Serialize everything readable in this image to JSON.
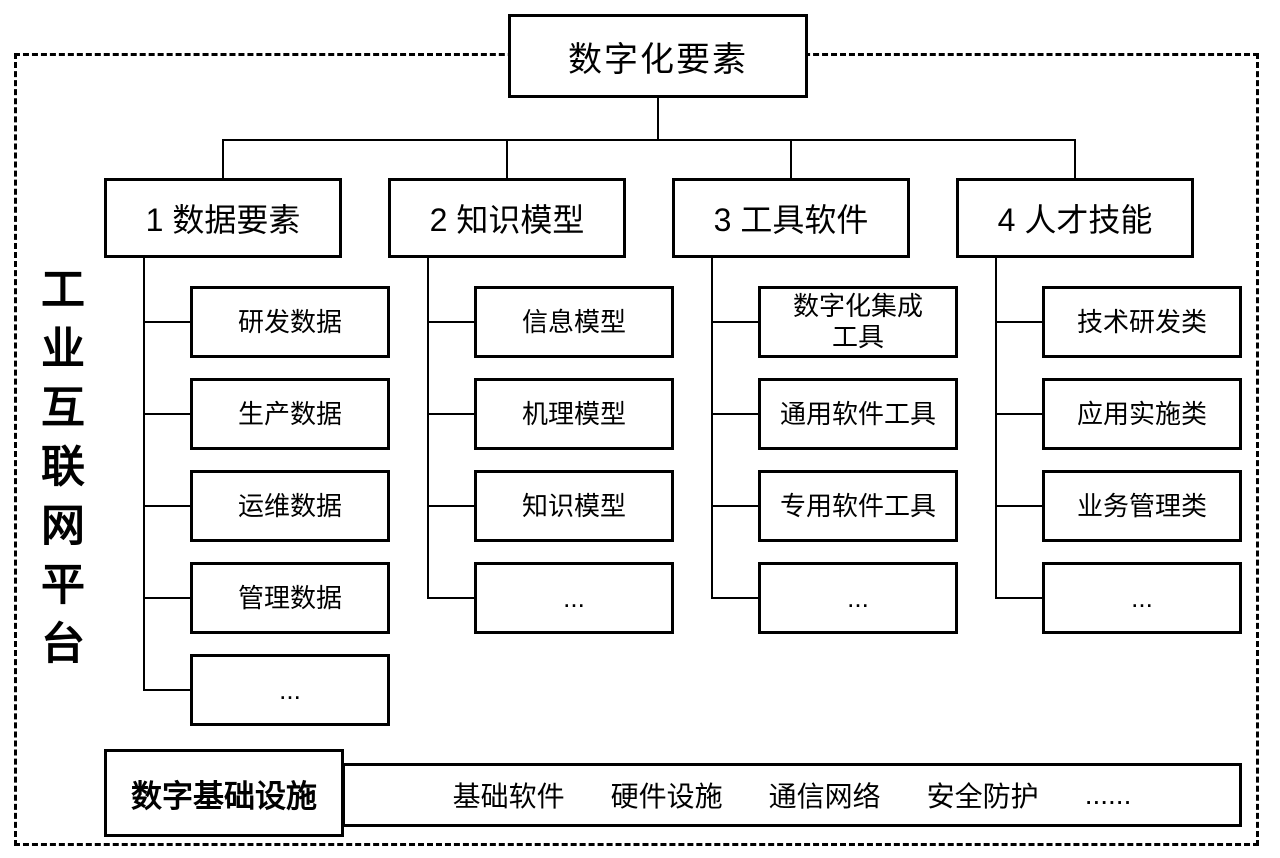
{
  "root": {
    "title": "数字化要素"
  },
  "platform_label": "工业互联网平台",
  "columns": [
    {
      "title": "1 数据要素",
      "children": [
        "研发数据",
        "生产数据",
        "运维数据",
        "管理数据",
        "..."
      ]
    },
    {
      "title": "2 知识模型",
      "children": [
        "信息模型",
        "机理模型",
        "知识模型",
        "..."
      ]
    },
    {
      "title": "3 工具软件",
      "children": [
        "数字化集成\n工具",
        "通用软件工具",
        "专用软件工具",
        "..."
      ]
    },
    {
      "title": "4 人才技能",
      "children": [
        "技术研发类",
        "应用实施类",
        "业务管理类",
        "..."
      ]
    }
  ],
  "infrastructure": {
    "label": "数字基础设施",
    "items": [
      "基础软件",
      "硬件设施",
      "通信网络",
      "安全防护",
      "......"
    ]
  },
  "colors": {
    "line": "#000000",
    "background": "#ffffff"
  }
}
